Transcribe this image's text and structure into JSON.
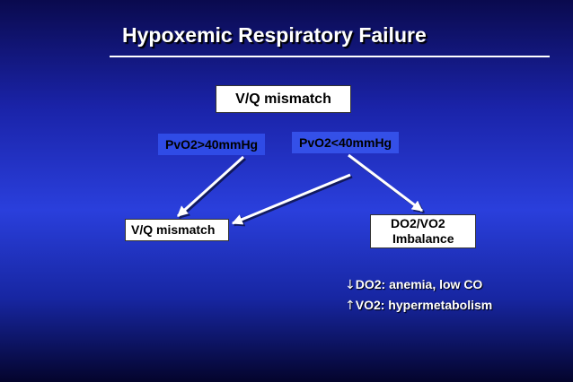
{
  "slide": {
    "title": "Hypoxemic Respiratory Failure",
    "top_box": "V/Q mismatch",
    "branch_left_label": "PvO2>40mmHg",
    "branch_right_label": "PvO2<40mmHg",
    "left_box": "V/Q mismatch",
    "right_box": [
      "DO2/VO2",
      "Imbalance"
    ],
    "causes": [
      {
        "symbol": "↓",
        "text": "DO2: anemia, low CO"
      },
      {
        "symbol": "↑",
        "text": "VO2: hypermetabolism"
      }
    ]
  },
  "colors": {
    "background_top": "#0a0a4e",
    "background_mid": "#2a3fdc",
    "text": "#ffffff",
    "box_fill": "#ffffff"
  }
}
